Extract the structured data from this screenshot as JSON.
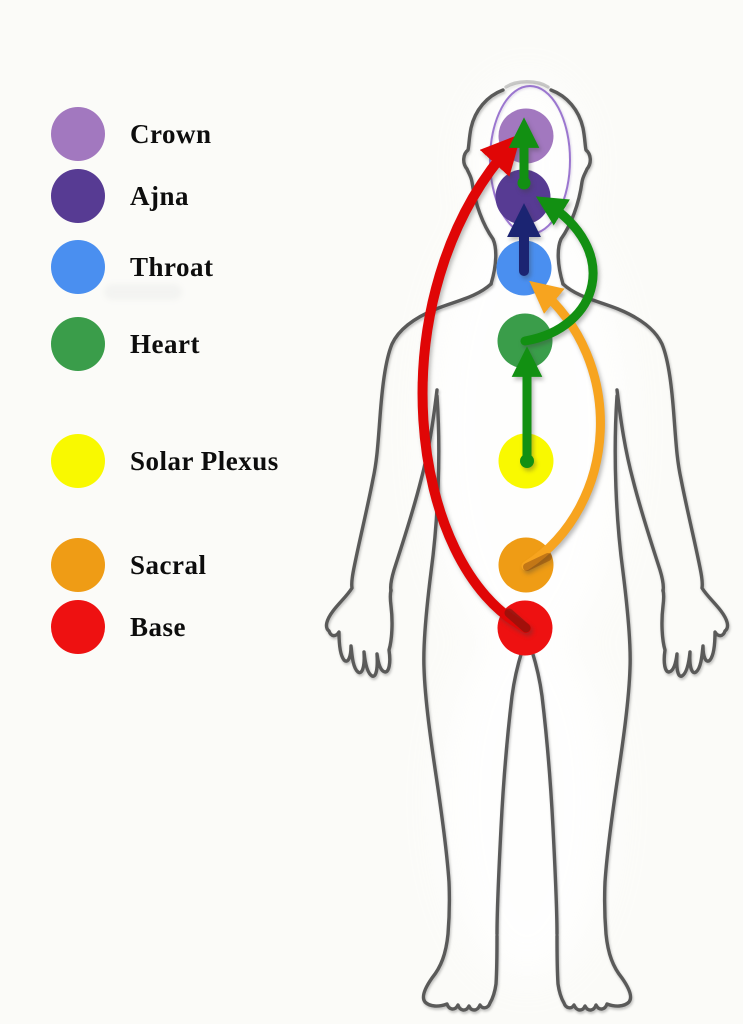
{
  "legend": {
    "items": [
      {
        "id": "crown",
        "label": "Crown",
        "color": "#a278bf"
      },
      {
        "id": "ajna",
        "label": "Ajna",
        "color": "#573b93"
      },
      {
        "id": "throat",
        "label": "Throat",
        "color": "#4a8ff0"
      },
      {
        "id": "heart",
        "label": "Heart",
        "color": "#3a9d4a"
      },
      {
        "id": "solar-plexus",
        "label": "Solar Plexus",
        "color": "#f9f900"
      },
      {
        "id": "sacral",
        "label": "Sacral",
        "color": "#ef9c15"
      },
      {
        "id": "base",
        "label": "Base",
        "color": "#ee1111"
      }
    ]
  },
  "figure": {
    "outline_color": "#3e3e3e",
    "aura_color": "#8a5fc8",
    "arrows": [
      {
        "id": "base-to-crown",
        "from": "Base",
        "to": "Crown",
        "color": "#e00606"
      },
      {
        "id": "sacral-to-throat",
        "from": "Sacral",
        "to": "Throat",
        "color": "#f7a41f"
      },
      {
        "id": "heart-to-ajna",
        "from": "Heart",
        "to": "Ajna",
        "color": "#129012"
      },
      {
        "id": "throat-to-ajna",
        "from": "Throat",
        "to": "Ajna",
        "color": "#1b2472"
      },
      {
        "id": "solar-plexus-to-heart",
        "from": "Solar Plexus",
        "to": "Heart",
        "color": "#129012"
      },
      {
        "id": "ajna-to-crown",
        "from": "Ajna",
        "to": "Crown",
        "color": "#129012"
      }
    ]
  }
}
